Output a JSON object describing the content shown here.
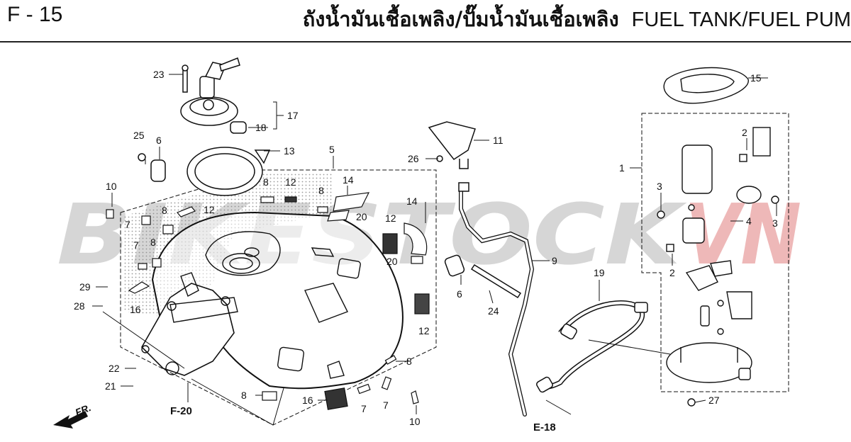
{
  "header": {
    "page_code": "F - 15",
    "title_thai": "ถังน้ำมันเชื้อเพลิง/ปั๊มน้ำมันเชื้อเพลิง",
    "title_english": "FUEL TANK/FUEL PUM"
  },
  "watermark": {
    "text_main": "BIKESTOCK",
    "text_accent": "VN",
    "main_color": "#c8c8c8",
    "accent_color": "#e8a0a0"
  },
  "parts": {
    "p1": "1",
    "p2a": "2",
    "p2b": "2",
    "p3a": "3",
    "p3b": "3",
    "p4": "4",
    "p5": "5",
    "p6a": "6",
    "p6b": "6",
    "p7a": "7",
    "p7b": "7",
    "p7c": "7",
    "p7d": "7",
    "p8a": "8",
    "p8b": "8",
    "p8c": "8",
    "p8d": "8",
    "p8e": "8",
    "p8f": "8",
    "p9": "9",
    "p10a": "10",
    "p10b": "10",
    "p11": "11",
    "p12a": "12",
    "p12b": "12",
    "p12c": "12",
    "p12d": "12",
    "p13": "13",
    "p14a": "14",
    "p14b": "14",
    "p15": "15",
    "p16a": "16",
    "p16b": "16",
    "p17": "17",
    "p18": "18",
    "p19": "19",
    "p20a": "20",
    "p20b": "20",
    "p21": "21",
    "p22": "22",
    "p23": "23",
    "p24": "24",
    "p25": "25",
    "p26": "26",
    "p27": "27",
    "p28": "28",
    "p29": "29"
  },
  "references": {
    "f20": "F-20",
    "e18": "E-18",
    "front": "FR."
  }
}
